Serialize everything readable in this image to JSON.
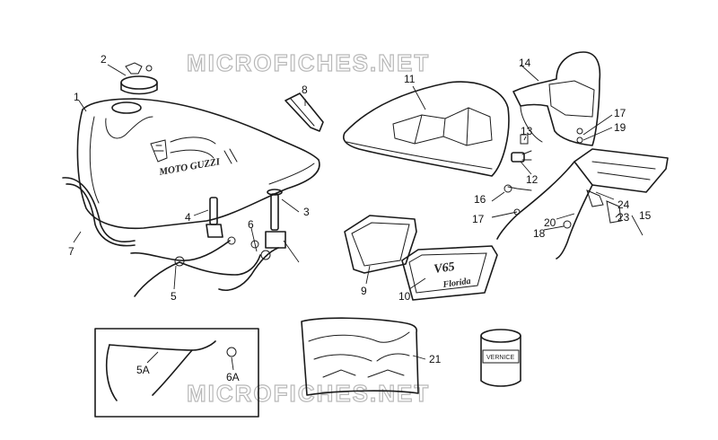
{
  "watermark": {
    "top": "MICROFICHES.NET",
    "bottom": "MICROFICHES.NET"
  },
  "decals": {
    "tank_logo": "MOTO GUZZI",
    "panel_logo_model": "V65",
    "panel_logo_name": "Florida",
    "can_label": "VERNICE"
  },
  "callouts": {
    "c1": "1",
    "c2": "2",
    "c3": "3",
    "c4": "4",
    "c5": "5",
    "c6": "6",
    "c7": "7",
    "c8": "8",
    "c9": "9",
    "c10": "10",
    "c11": "11",
    "c12": "12",
    "c13": "13",
    "c14": "14",
    "c15": "15",
    "c16": "16",
    "c17a": "17",
    "c17b": "17",
    "c18": "18",
    "c19": "19",
    "c20": "20",
    "c21": "21",
    "c23": "23",
    "c24": "24",
    "c5a": "5A",
    "c6a": "6A"
  },
  "colors": {
    "line": "#1a1a1a",
    "watermark": "#b8b8b8",
    "background": "#ffffff"
  }
}
